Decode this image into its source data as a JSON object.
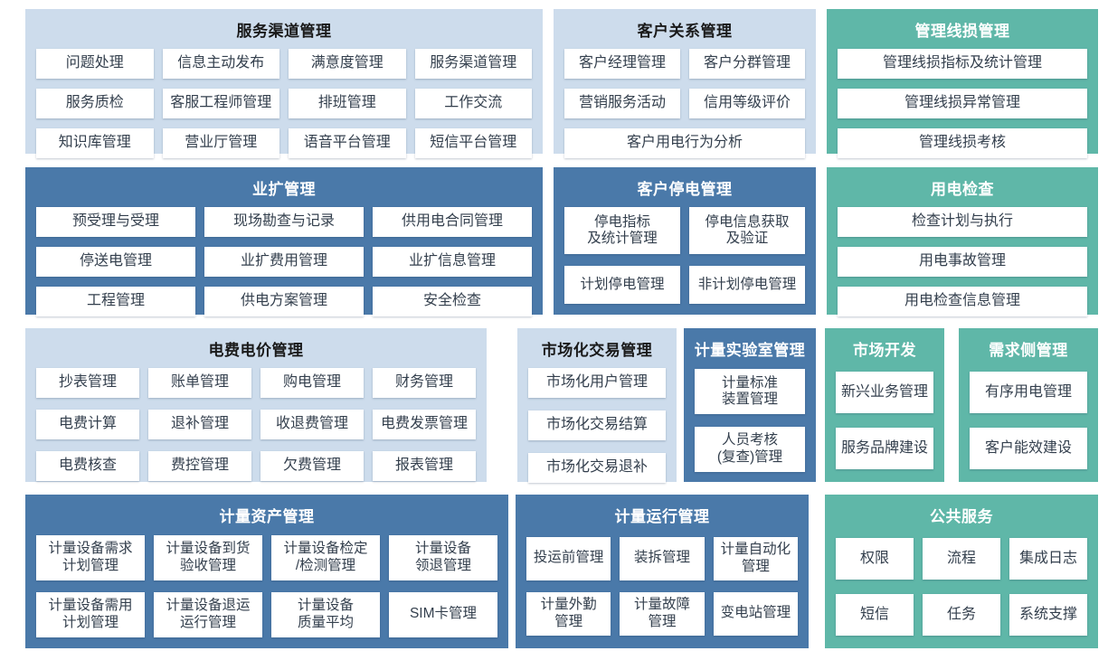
{
  "colors": {
    "light_blue_panel": "#cddcec",
    "dark_blue_panel": "#4a79a9",
    "green_panel": "#5fb7a8",
    "item_background": "#ffffff",
    "item_text": "#333f4d",
    "light_panel_title_text": "#1a1a1a",
    "dark_panel_title_text": "#ffffff"
  },
  "panels": {
    "service_channel": {
      "title": "服务渠道管理",
      "rows": [
        [
          "问题处理",
          "信息主动发布",
          "满意度管理",
          "服务渠道管理"
        ],
        [
          "服务质检",
          "客服工程师管理",
          "排班管理",
          "工作交流"
        ],
        [
          "知识库管理",
          "营业厅管理",
          "语音平台管理",
          "短信平台管理"
        ]
      ]
    },
    "customer_relation": {
      "title": "客户关系管理",
      "rows": [
        [
          "客户经理管理",
          "客户分群管理"
        ],
        [
          "营销服务活动",
          "信用等级评价"
        ],
        [
          "客户用电行为分析"
        ]
      ]
    },
    "line_loss": {
      "title": "管理线损管理",
      "rows": [
        [
          "管理线损指标及统计管理"
        ],
        [
          "管理线损异常管理"
        ],
        [
          "管理线损考核"
        ]
      ]
    },
    "business_expansion": {
      "title": "业扩管理",
      "rows": [
        [
          "预受理与受理",
          "现场勘查与记录",
          "供用电合同管理"
        ],
        [
          "停送电管理",
          "业扩费用管理",
          "业扩信息管理"
        ],
        [
          "工程管理",
          "供电方案管理",
          "安全检查"
        ]
      ]
    },
    "outage": {
      "title": "客户停电管理",
      "rows": [
        [
          "停电指标\n及统计管理",
          "停电信息获取\n及验证"
        ],
        [
          "计划停电管理",
          "非计划停电管理"
        ]
      ]
    },
    "inspection": {
      "title": "用电检查",
      "rows": [
        [
          "检查计划与执行"
        ],
        [
          "用电事故管理"
        ],
        [
          "用电检查信息管理"
        ]
      ]
    },
    "billing": {
      "title": "电费电价管理",
      "rows": [
        [
          "抄表管理",
          "账单管理",
          "购电管理",
          "财务管理"
        ],
        [
          "电费计算",
          "退补管理",
          "收退费管理",
          "电费发票管理"
        ],
        [
          "电费核查",
          "费控管理",
          "欠费管理",
          "报表管理"
        ]
      ]
    },
    "market_trade": {
      "title": "市场化交易管理",
      "rows": [
        [
          "市场化用户管理"
        ],
        [
          "市场化交易结算"
        ],
        [
          "市场化交易退补"
        ]
      ]
    },
    "metering_lab": {
      "title": "计量实验室管理",
      "rows": [
        [
          "计量标准\n装置管理"
        ],
        [
          "人员考核\n(复查)管理"
        ]
      ]
    },
    "market_dev": {
      "title": "市场开发",
      "rows": [
        [
          "新兴业务管理"
        ],
        [
          "服务品牌建设"
        ]
      ]
    },
    "demand_side": {
      "title": "需求侧管理",
      "rows": [
        [
          "有序用电管理"
        ],
        [
          "客户能效建设"
        ]
      ]
    },
    "metering_asset": {
      "title": "计量资产管理",
      "rows": [
        [
          "计量设备需求\n计划管理",
          "计量设备到货\n验收管理",
          "计量设备检定\n/检测管理",
          "计量设备\n领退管理"
        ],
        [
          "计量设备需用\n计划管理",
          "计量设备退运\n运行管理",
          "计量设备\n质量平均",
          "SIM卡管理"
        ]
      ]
    },
    "metering_operation": {
      "title": "计量运行管理",
      "rows": [
        [
          "投运前管理",
          "装拆管理",
          "计量自动化\n管理"
        ],
        [
          "计量外勤\n管理",
          "计量故障\n管理",
          "变电站管理"
        ]
      ]
    },
    "public_service": {
      "title": "公共服务",
      "rows": [
        [
          "权限",
          "流程",
          "集成日志"
        ],
        [
          "短信",
          "任务",
          "系统支撑"
        ]
      ]
    }
  }
}
